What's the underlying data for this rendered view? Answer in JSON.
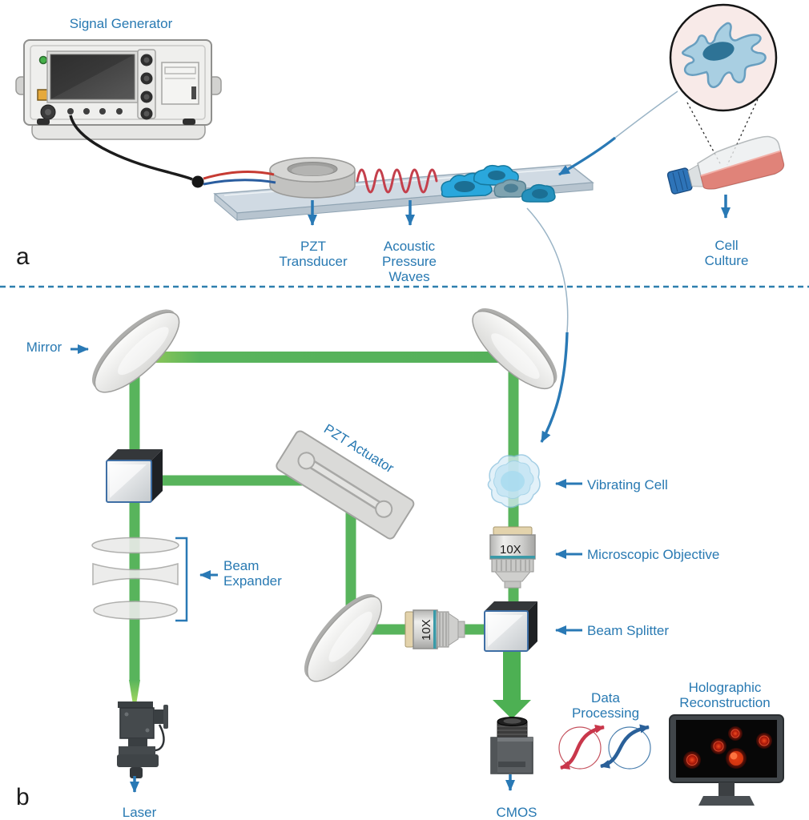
{
  "figure": {
    "panel_a_label": "a",
    "panel_b_label": "b"
  },
  "panel_a": {
    "signal_generator": "Signal Generator",
    "pzt_transducer": "PZT\nTransducer",
    "acoustic_pressure_waves": "Acoustic\nPressure\nWaves",
    "cell_culture": "Cell\nCulture"
  },
  "panel_b": {
    "mirror": "Mirror",
    "pzt_actuator": "PZT Actuator",
    "beam_expander": "Beam\nExpander",
    "vibrating_cell": "Vibrating Cell",
    "microscopic_objective": "Microscopic Objective",
    "beam_splitter": "Beam Splitter",
    "laser": "Laser",
    "cmos": "CMOS",
    "data_processing": "Data\nProcessing",
    "holographic_reconstruction": "Holographic\nReconstruction",
    "objective_magnification_vertical": "10X",
    "objective_magnification_horizontal": "10X"
  },
  "colors": {
    "label_blue": "#2879b2",
    "arrow_blue": "#2979b5",
    "beam_green": "#58b45c",
    "beam_glow": "#d9ec7e",
    "divider_blue": "#2e7fae",
    "wave_red": "#c4404c",
    "wire_red": "#c63b33",
    "wire_blue": "#2a5d9f",
    "cell_blue": "#2aa7dc",
    "inset_cell_fill": "#a9cfe2",
    "inset_circle_fill": "#f8eae8",
    "flask_media_pink": "#e08379",
    "flask_cap_blue": "#2e74b8",
    "screen_cell_red": "#c62c10",
    "process_red": "#c9374b",
    "process_blue": "#2a6099"
  }
}
